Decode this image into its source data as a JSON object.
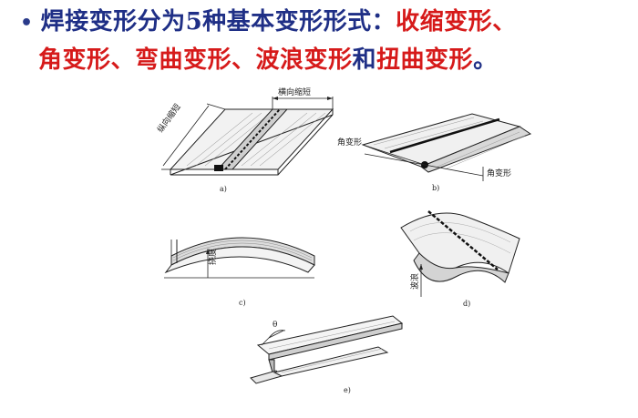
{
  "heading": {
    "line1_prefix": "焊接变形分为5种基本变形形式：",
    "line1_red": "收缩变形、",
    "line2_red1": "角变形、弯曲变形、",
    "line2_red2": "波浪变形",
    "line2_mid": "和",
    "line2_red3": "扭曲变形",
    "line2_end": "。"
  },
  "figures": {
    "a": {
      "label": "a)",
      "transverse": "横向缩短",
      "longitudinal": "纵向缩短"
    },
    "b": {
      "label": "b)",
      "angular_left": "角变形",
      "angular_right": "角变形"
    },
    "c": {
      "label": "c)",
      "deflection": "挠度"
    },
    "d": {
      "label": "d)",
      "wave": "波浪"
    },
    "e": {
      "label": "e)",
      "theta": "θ"
    }
  },
  "colors": {
    "blue": "#1f2f86",
    "red": "#d61a1a"
  }
}
